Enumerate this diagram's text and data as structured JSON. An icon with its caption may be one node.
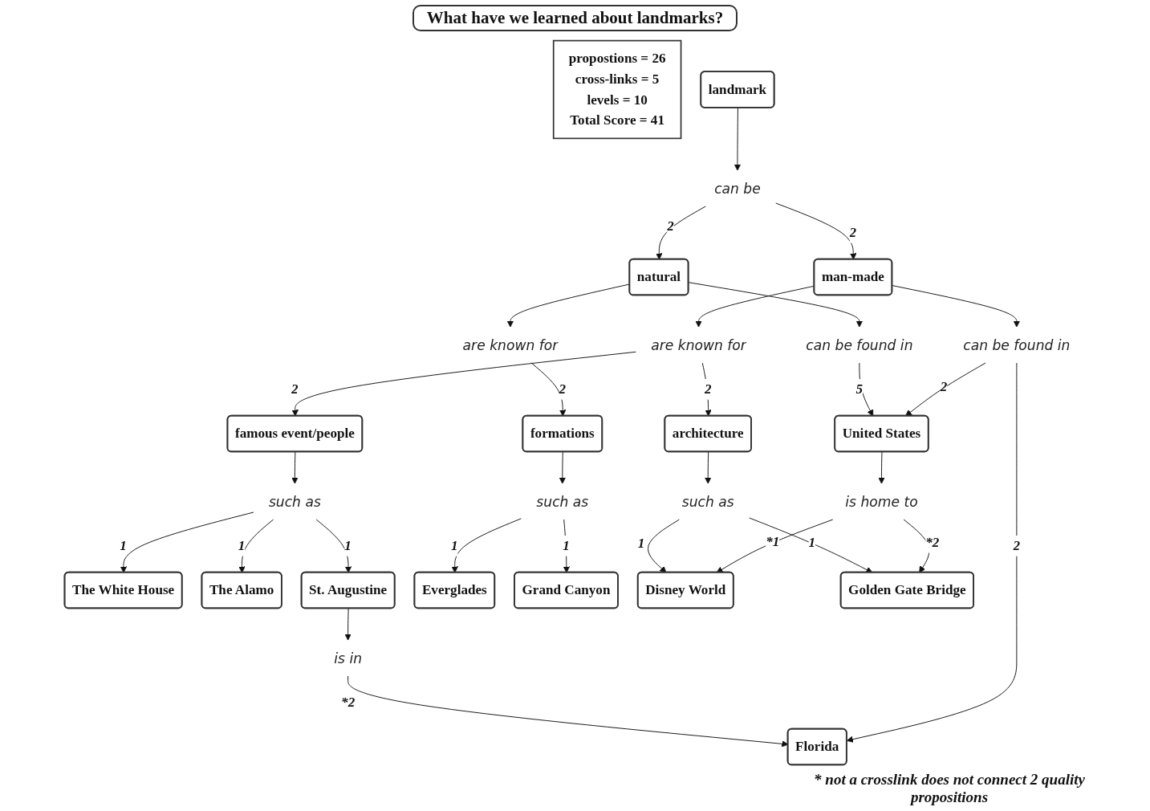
{
  "diagram": {
    "title": "What have we learned about landmarks?",
    "nodes": [
      {
        "text": [
          "propostions = 26",
          "cross-links = 5",
          "levels = 10",
          "Total Score = 41"
        ]
      },
      {
        "text": [
          "landmark"
        ]
      },
      {
        "text": [
          "can be"
        ]
      },
      {
        "text": [
          "man-made"
        ]
      },
      {
        "text": [
          "natural"
        ]
      },
      {
        "text": [
          "are known for"
        ]
      },
      {
        "text": [
          "can be found in"
        ]
      },
      {
        "text": [
          "can be found in"
        ]
      },
      {
        "text": [
          "are known for"
        ]
      },
      {
        "text": [
          "architecture"
        ]
      },
      {
        "text": [
          "famous event/people"
        ]
      },
      {
        "text": [
          "Florida"
        ]
      },
      {
        "text": [
          "United States"
        ]
      },
      {
        "text": [
          "formations"
        ]
      },
      {
        "text": [
          "such as"
        ]
      },
      {
        "text": [
          "is in"
        ]
      },
      {
        "text": [
          "is home to"
        ]
      },
      {
        "text": [
          "such as"
        ]
      },
      {
        "text": [
          "The White House"
        ]
      },
      {
        "text": [
          "The Alamo"
        ]
      },
      {
        "text": [
          "St. Augustine"
        ]
      },
      {
        "text": [
          "Everglades"
        ]
      },
      {
        "text": [
          "Grand Canyon"
        ]
      },
      {
        "text": [
          "such as"
        ]
      },
      {
        "text": [
          "Disney World"
        ]
      },
      {
        "text": [
          "Golden Gate Bridge"
        ]
      }
    ],
    "edges": [
      {
        "from": 1,
        "to": 2,
        "arrow": "to"
      },
      {
        "from": 2,
        "to": 3,
        "arrow": "to",
        "label": "2"
      },
      {
        "from": 2,
        "to": 4,
        "arrow": "to",
        "label": "2"
      },
      {
        "from": 3,
        "to": 5,
        "arrow": "to"
      },
      {
        "from": 3,
        "to": 6,
        "arrow": "to"
      },
      {
        "from": 4,
        "to": 7,
        "arrow": "to"
      },
      {
        "from": 4,
        "to": 8,
        "arrow": "to"
      },
      {
        "from": 5,
        "to": 9,
        "arrow": "to",
        "label": "2"
      },
      {
        "from": 5,
        "to": 10,
        "arrow": "to",
        "label": "2"
      },
      {
        "from": 6,
        "to": 11,
        "arrow": "to",
        "label": "2"
      },
      {
        "from": 6,
        "to": 12,
        "arrow": "to",
        "label": "2"
      },
      {
        "from": 7,
        "to": 12,
        "arrow": "to",
        "label": "5"
      },
      {
        "from": 8,
        "to": 13,
        "arrow": "to",
        "label": "2"
      },
      {
        "from": 10,
        "to": 14,
        "arrow": "to"
      },
      {
        "from": 14,
        "to": 18,
        "arrow": "to",
        "label": "1"
      },
      {
        "from": 14,
        "to": 19,
        "arrow": "to",
        "label": "1"
      },
      {
        "from": 14,
        "to": 20,
        "arrow": "to",
        "label": "1"
      },
      {
        "from": 20,
        "to": 15,
        "arrow": "to"
      },
      {
        "from": 15,
        "to": 11,
        "arrow": "to",
        "label": "*2"
      },
      {
        "from": 12,
        "to": 16,
        "arrow": "to"
      },
      {
        "from": 16,
        "to": 24,
        "arrow": "to",
        "label": "*1"
      },
      {
        "from": 16,
        "to": 25,
        "arrow": "to",
        "label": "*2"
      },
      {
        "from": 13,
        "to": 17,
        "arrow": "to"
      },
      {
        "from": 17,
        "to": 21,
        "arrow": "to",
        "label": "1"
      },
      {
        "from": 17,
        "to": 22,
        "arrow": "to",
        "label": "1"
      },
      {
        "from": 9,
        "to": 23,
        "arrow": "to"
      },
      {
        "from": 23,
        "to": 24,
        "arrow": "to",
        "label": "1"
      },
      {
        "from": 23,
        "to": 25,
        "arrow": "to",
        "label": "1"
      }
    ],
    "labels": [
      "* not a crosslink does not connect 2 quality propositions"
    ]
  }
}
